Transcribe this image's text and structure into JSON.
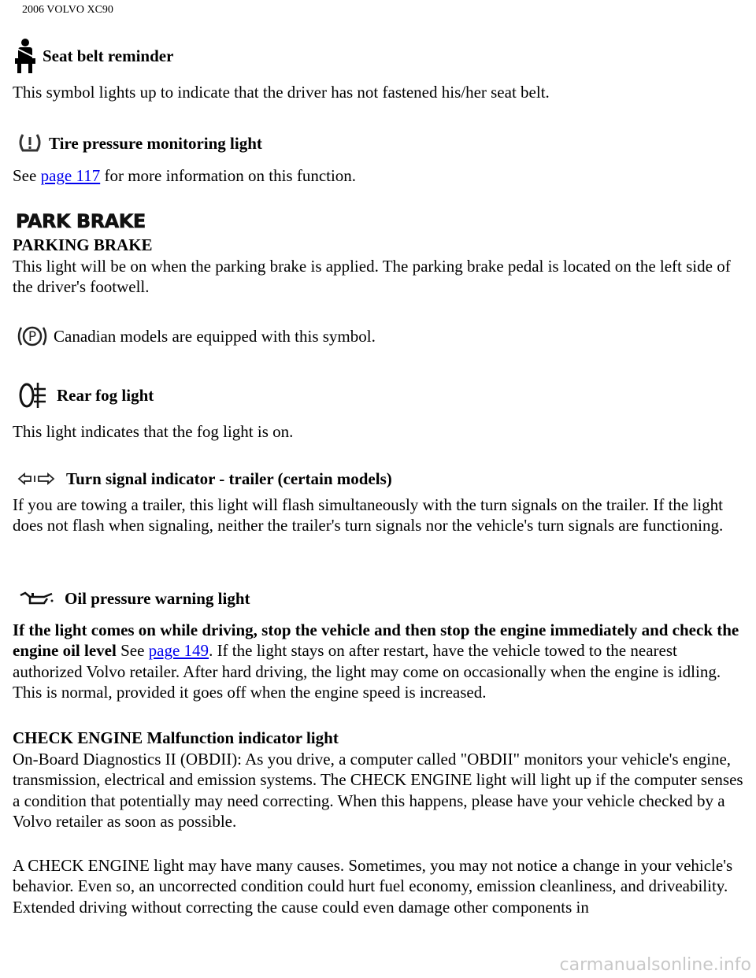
{
  "header": {
    "title": "2006 VOLVO XC90"
  },
  "sections": {
    "seatbelt": {
      "heading": "Seat belt reminder",
      "text": "This symbol lights up to indicate that the driver has not fastened his/her seat belt."
    },
    "tire": {
      "heading": "Tire pressure monitoring light",
      "pre": "See ",
      "link": "page 117",
      "post": " for more information on this function."
    },
    "parkbrake": {
      "badge": "PARK BRAKE",
      "heading": "PARKING BRAKE",
      "text": "This light will be on when the parking brake is applied. The parking brake pedal is located on the left side of the driver's footwell.",
      "canadian": "Canadian models are equipped with this symbol."
    },
    "fog": {
      "heading": "Rear fog light",
      "text": "This light indicates that the fog light is on."
    },
    "turn": {
      "heading": "Turn signal indicator - trailer (certain models)",
      "text": "If you are towing a trailer, this light will flash simultaneously with the turn signals on the trailer. If the light does not flash when signaling, neither the trailer's turn signals nor the vehicle's turn signals are functioning."
    },
    "oil": {
      "heading": "Oil pressure warning light",
      "bold": "If the light comes on while driving, stop the vehicle and then stop the engine immediately and check the engine oil level",
      "pre": " See ",
      "link": "page 149",
      "post": ". If the light stays on after restart, have the vehicle towed to the nearest authorized Volvo retailer. After hard driving, the light may come on occasionally when the engine is idling. This is normal, provided it goes off when the engine speed is increased."
    },
    "checkengine": {
      "heading": "CHECK ENGINE Malfunction indicator light",
      "text1": "On-Board Diagnostics II (OBDII): As you drive, a computer called \"OBDII\" monitors your vehicle's engine, transmission, electrical and emission systems. The CHECK ENGINE light will light up if the computer senses a condition that potentially may need correcting. When this happens, please have your vehicle checked by a Volvo retailer as soon as possible.",
      "text2": "A CHECK ENGINE light may have many causes. Sometimes, you may not notice a change in your vehicle's behavior. Even so, an uncorrected condition could hurt fuel economy, emission cleanliness, and driveability. Extended driving without correcting the cause could even damage other components in"
    }
  },
  "watermark": "carmanualsonline.info"
}
